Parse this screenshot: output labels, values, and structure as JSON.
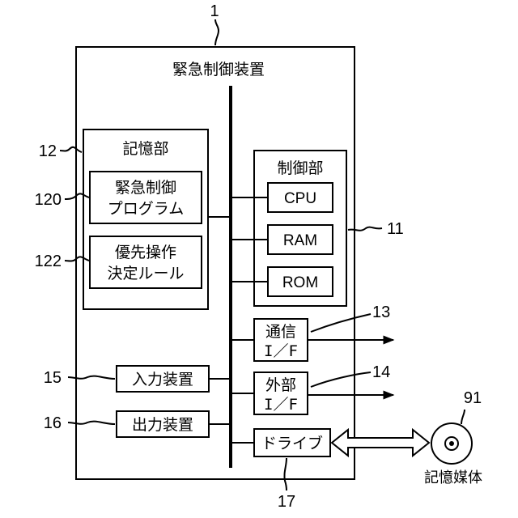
{
  "device": {
    "ref": "1",
    "title": "緊急制御装置"
  },
  "storage": {
    "ref": "12",
    "title": "記憶部",
    "program": {
      "ref": "120",
      "line1": "緊急制御",
      "line2": "プログラム"
    },
    "rule": {
      "ref": "122",
      "line1": "優先操作",
      "line2": "決定ルール"
    }
  },
  "control": {
    "ref": "11",
    "title": "制御部",
    "cpu": "CPU",
    "ram": "RAM",
    "rom": "ROM"
  },
  "comm_if": {
    "ref": "13",
    "line1": "通信",
    "line2": "I／F"
  },
  "ext_if": {
    "ref": "14",
    "line1": "外部",
    "line2": "I／F"
  },
  "input": {
    "ref": "15",
    "label": "入力装置"
  },
  "output": {
    "ref": "16",
    "label": "出力装置"
  },
  "drive": {
    "ref": "17",
    "label": "ドライブ"
  },
  "media": {
    "ref": "91",
    "label": "記憶媒体"
  }
}
